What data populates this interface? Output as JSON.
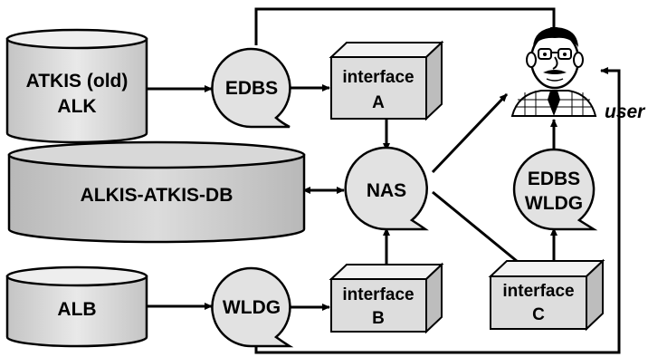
{
  "databases": {
    "atkis_alk": [
      "ATKIS (old)",
      "ALK"
    ],
    "alkis_atkis_db": "ALKIS-ATKIS-DB",
    "alb": "ALB"
  },
  "formats": {
    "edbs": "EDBS",
    "nas": "NAS",
    "wldg": "WLDG",
    "edbs_wldg": [
      "EDBS",
      "WLDG"
    ]
  },
  "interfaces": {
    "a": [
      "interface",
      "A"
    ],
    "b": [
      "interface",
      "B"
    ],
    "c": [
      "interface",
      "C"
    ]
  },
  "user": {
    "label": "user",
    "icon": "user-cartoon-face-icon"
  },
  "colors": {
    "fill_light": "#e6e6e6",
    "fill_mid": "#cfcfcf",
    "fill_dark": "#bdbdbd",
    "stroke": "#000000"
  }
}
